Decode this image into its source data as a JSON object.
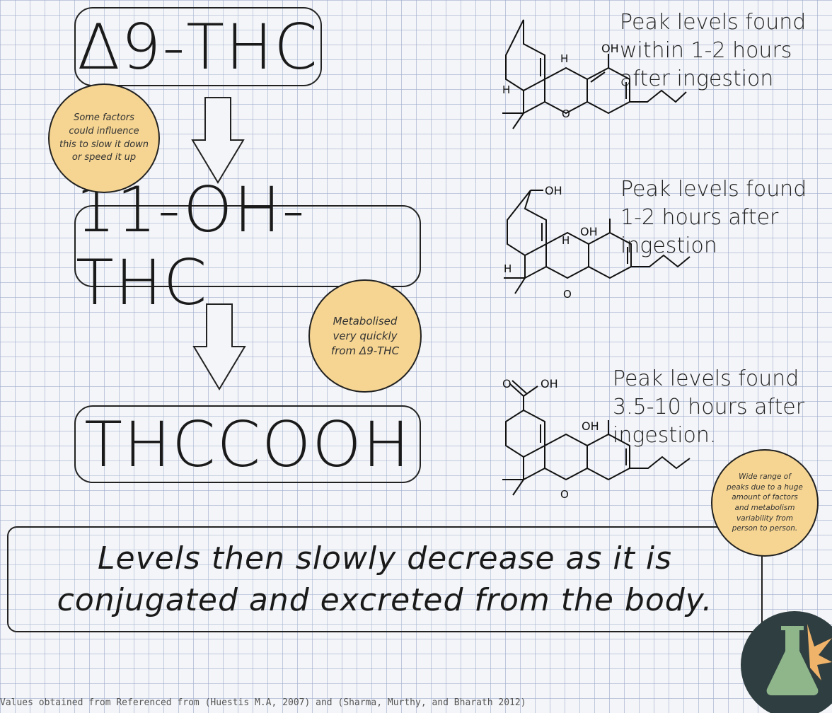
{
  "compounds": [
    {
      "name": "Δ9-THC"
    },
    {
      "name": "11-OH-THC"
    },
    {
      "name": "THCCOOH"
    }
  ],
  "peaks": [
    {
      "lines": [
        "Peak levels found",
        "within 1-2 hours",
        "after ingestion"
      ]
    },
    {
      "lines": [
        "Peak levels found",
        "1-2 hours after",
        "ingestion"
      ]
    },
    {
      "lines": [
        "Peak levels found",
        "3.5-10 hours after",
        "ingestion."
      ]
    }
  ],
  "notes": {
    "factors": [
      "Some factors",
      "could influence",
      "this to slow it down",
      "or speed it up"
    ],
    "metabolised": [
      "Metabolised",
      "very quickly",
      "from Δ9-THC"
    ],
    "variability": [
      "Wide range of",
      "peaks due to a huge",
      "amount of factors",
      "and metabolism",
      "variability from",
      "person to person."
    ]
  },
  "conclusion": {
    "line1": "Levels then slowly decrease as it is",
    "line2": "conjugated and excreted from the body."
  },
  "atom_labels": {
    "oh": "OH",
    "h": "H",
    "o": "O"
  },
  "citation": "Values obtained from Referenced from (Huestis M.A, 2007) and (Sharma, Murthy, and Bharath 2012)",
  "icons": [
    "down-arrow-icon",
    "flask-icon",
    "leaf-icon"
  ],
  "colors": {
    "note_fill": "#f6d592",
    "badge_dark": "#2f3e40",
    "flask_green": "#8fb58b",
    "leaf_orange": "#f0b36a"
  }
}
